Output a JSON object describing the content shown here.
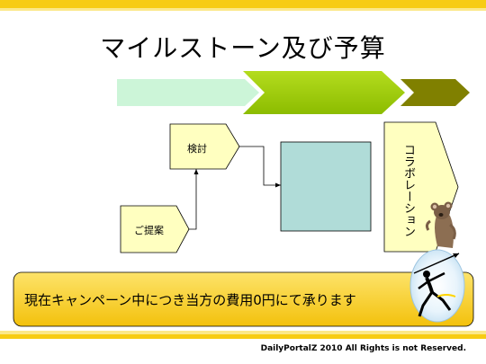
{
  "slide": {
    "title": "マイルストーン及び予算"
  },
  "diagram": {
    "step_proposal": "ご提案",
    "step_review": "検討",
    "step_collab": "コラボレーション"
  },
  "callout": {
    "text": "現在キャンペーン中につき当方の費用0円にて承ります"
  },
  "footer": {
    "copyright": "DailyPortalZ 2010  All Rights is not Reserved."
  },
  "colors": {
    "accent_yellow": "#f7cc14",
    "chevron_light": "#ccf5d8",
    "chevron_green": "#99cc00",
    "chevron_olive": "#808000",
    "step_fill": "#ffffc0",
    "center_box": "#b0dcd8"
  }
}
